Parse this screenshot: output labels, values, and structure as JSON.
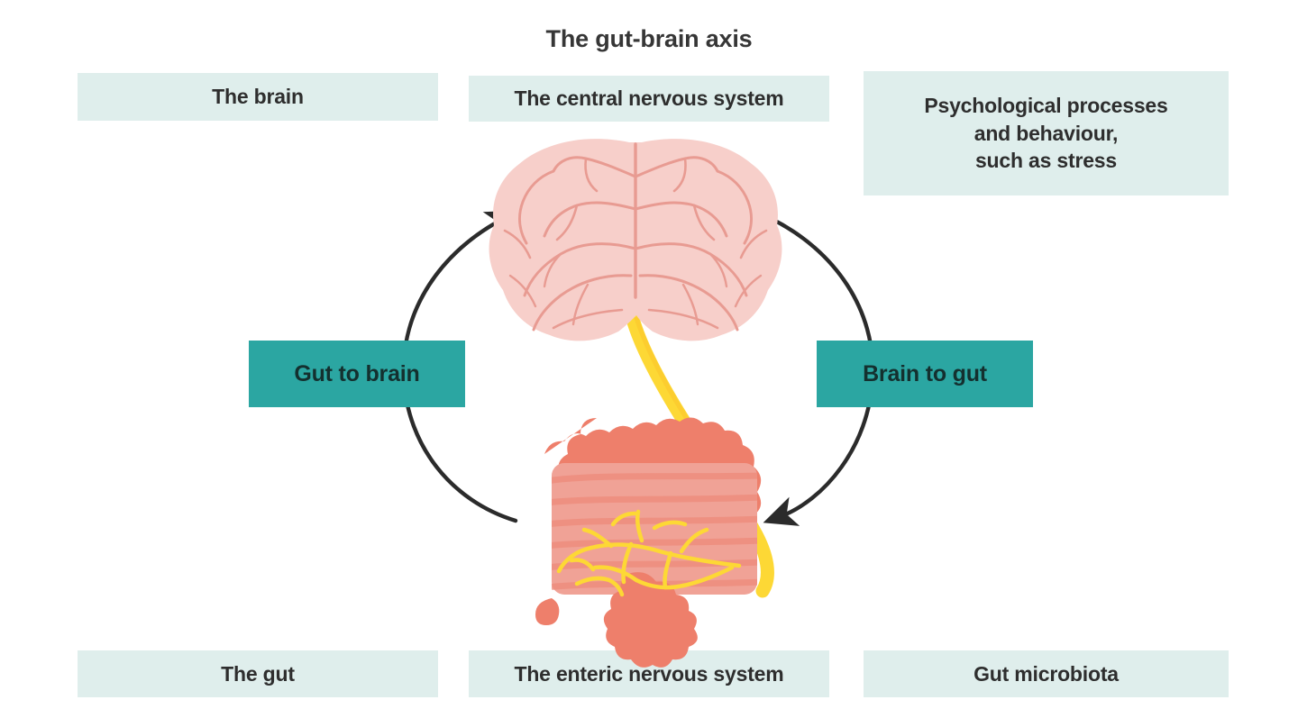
{
  "title": "The gut-brain axis",
  "colors": {
    "mint_box": "#dfeeec",
    "teal_box": "#2ba6a2",
    "text_dark": "#2e2e2e",
    "arrow": "#2b2b2b",
    "brain_fill": "#f7cfca",
    "brain_line": "#e89b92",
    "gut_colon": "#ee7f6b",
    "gut_intestine": "#f0a296",
    "nerve_yellow": "#fdd835"
  },
  "labels": {
    "brain": "The brain",
    "central_nervous_system": "The central nervous system",
    "psychological": "Psychological processes\nand behaviour,\nsuch as stress",
    "psychological_lines": [
      "Psychological processes",
      "and behaviour,",
      "such as stress"
    ],
    "gut": "The gut",
    "enteric_nervous_system": "The enteric nervous system",
    "gut_microbiota": "Gut microbiota"
  },
  "directions": {
    "gut_to_brain": "Gut to brain",
    "brain_to_gut": "Brain to gut"
  },
  "illustrations": {
    "brain": "brain-illustration",
    "gut": "gut-illustration",
    "vagus_nerve": "vagus-nerve",
    "enteric_nerve_network": "enteric-nerve-network",
    "arc_left": "gut-to-brain-arrow",
    "arc_right": "brain-to-gut-arrow"
  }
}
